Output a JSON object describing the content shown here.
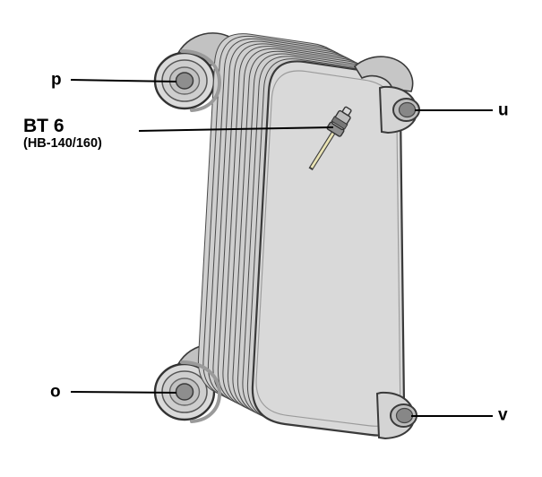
{
  "page": {
    "background": "#ffffff"
  },
  "callouts": {
    "p": "p",
    "u": "u",
    "o": "o",
    "v": "v",
    "sensor_line1": "BT 6",
    "sensor_line2": "(HB-140/160)"
  },
  "illustration": {
    "name": "brazed-plate-heat-exchanger",
    "labeled_parts": {
      "p": "rear-top-connection",
      "u": "front-top-connection",
      "o": "rear-bottom-connection",
      "v": "front-bottom-connection",
      "BT 6 (HB-140/160)": "temperature-sensor"
    },
    "colors": {
      "outline": "#3a3a3a",
      "body": "#d9d9d9",
      "plate": "#cfcfcf",
      "flange": "#dadada",
      "opening": "#878787",
      "probe": "#e9e3b4",
      "clip": "#9a9a9a",
      "leader": "#000000"
    }
  }
}
